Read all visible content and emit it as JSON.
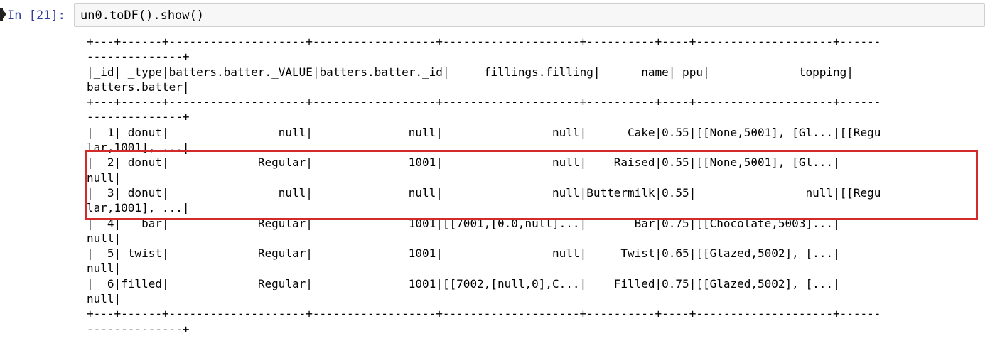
{
  "cell": {
    "prompt": "In [21]:",
    "code": "un0.toDF().show()"
  },
  "output": {
    "lines": [
      "+---+------+--------------------+------------------+--------------------+----------+----+--------------------+------",
      "--------------+",
      "|_id| _type|batters.batter._VALUE|batters.batter._id|     fillings.filling|      name| ppu|             topping|",
      "batters.batter|",
      "+---+------+--------------------+------------------+--------------------+----------+----+--------------------+------",
      "--------------+",
      "|  1| donut|                null|              null|                null|      Cake|0.55|[[None,5001], [Gl...|[[Regu",
      "lar,1001], ...|",
      "|  2| donut|             Regular|              1001|                null|    Raised|0.55|[[None,5001], [Gl...|",
      "null|",
      "|  3| donut|                null|              null|                null|Buttermilk|0.55|                null|[[Regu",
      "lar,1001], ...|",
      "|  4|   bar|             Regular|              1001|[[7001,[0.0,null]...|       Bar|0.75|[[Chocolate,5003]...|",
      "null|",
      "|  5| twist|             Regular|              1001|                null|     Twist|0.65|[[Glazed,5002], [...|",
      "null|",
      "|  6|filled|             Regular|              1001|[[7002,[null,0],C...|    Filled|0.75|[[Glazed,5002], [...|",
      "null|",
      "+---+------+--------------------+------------------+--------------------+----------+----+--------------------+------",
      "--------------+"
    ]
  },
  "colors": {
    "prompt": "#303f9f",
    "highlight": "#d42a2a",
    "cell_background": "#f7f7f7",
    "cell_border": "#cfcfcf"
  }
}
